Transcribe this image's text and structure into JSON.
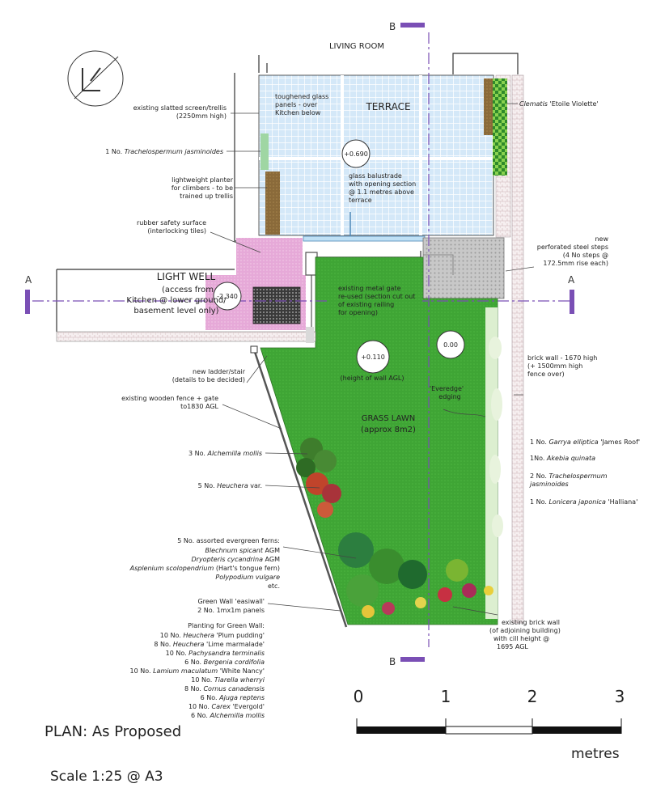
{
  "title": "PLAN: As Proposed",
  "scale": "Scale 1:25 @ A3",
  "rooms": {
    "living_room": "LIVING ROOM",
    "terrace": "TERRACE",
    "light_well": "LIGHT WELL",
    "light_well_note": [
      "(access from",
      "Kitchen @ lower ground/",
      "basement level only)"
    ],
    "grass_lawn": "GRASS LAWN",
    "grass_area": "(approx 8m2)"
  },
  "levels": {
    "terrace": "+0.690",
    "light_well": "-2.340",
    "lawn_wall": "+0.110",
    "lawn_wall_note": "(height of wall AGL)",
    "lawn": "0.00"
  },
  "section_marks": {
    "b": "B",
    "a": "A"
  },
  "notes": {
    "toughened_glass": [
      "toughened glass",
      "panels - over",
      "Kitchen below"
    ],
    "glass_balustrade": [
      "glass balustrade",
      "with opening section",
      "@ 1.1 metres above",
      "terrace"
    ],
    "metal_gate": [
      "existing metal gate",
      "re-used (section cut out",
      "of existing railing",
      "for opening)"
    ],
    "everedge": [
      "'Everedge'",
      "edging"
    ]
  },
  "left_labels": {
    "screen": [
      "existing slatted screen/trellis",
      "(2250mm high)"
    ],
    "trachelospermum": {
      "prefix": "1 No. ",
      "name": "Trachelospermum jasminoides"
    },
    "planter": [
      "lightweight planter",
      "for climbers - to be",
      "trained up trellis"
    ],
    "rubber": [
      "rubber safety surface",
      "(interlocking tiles)"
    ],
    "ladder": [
      "new ladder/stair",
      "(details to be decided)"
    ],
    "fence": [
      "existing wooden fence + gate",
      "to1830 AGL"
    ],
    "alchemilla": {
      "prefix": "3 No. ",
      "name": "Alchemilla mollis"
    },
    "heuchera": {
      "prefix": "5 No. ",
      "name": "Heuchera",
      "suffix": " var."
    },
    "ferns_title": "5 No. assorted evergreen ferns:",
    "ferns": [
      {
        "name": "Blechnum spicant",
        "suffix": " AGM"
      },
      {
        "name": "Dryopteris cycandrina",
        "suffix": " AGM"
      },
      {
        "name": "Asplenium scolopendrium",
        "suffix": " (Hart's tongue fern)"
      },
      {
        "name": "Polypodium vulgare",
        "suffix": ""
      }
    ],
    "ferns_etc": "etc.",
    "green_wall": [
      "Green Wall 'easiwall'",
      "2 No. 1mx1m panels"
    ],
    "planting_title": "Planting for Green Wall:",
    "planting": [
      {
        "prefix": "10 No. ",
        "name": "Heuchera",
        "suffix": " 'Plum pudding'"
      },
      {
        "prefix": "8 No. ",
        "name": "Heuchera",
        "suffix": " 'Lime marmalade'"
      },
      {
        "prefix": "10 No. ",
        "name": "Pachysandra terminalis",
        "suffix": ""
      },
      {
        "prefix": "6 No. ",
        "name": "Bergenia cordifolia",
        "suffix": ""
      },
      {
        "prefix": "10 No. ",
        "name": "Lamium maculatum",
        "suffix": " 'White Nancy'"
      },
      {
        "prefix": "10 No. ",
        "name": "Tiarella wherryi",
        "suffix": ""
      },
      {
        "prefix": "8 No. ",
        "name": "Cornus canadensis",
        "suffix": ""
      },
      {
        "prefix": "6 No. ",
        "name": "Ajuga reptens",
        "suffix": ""
      },
      {
        "prefix": "10 No. ",
        "name": "Carex",
        "suffix": " 'Evergold'"
      },
      {
        "prefix": "6 No. ",
        "name": "Alchemilla mollis",
        "suffix": ""
      }
    ]
  },
  "right_labels": {
    "clematis": {
      "name": "Clematis",
      "suffix": " 'Etoile Violette'"
    },
    "steps": [
      "new",
      "perforated steel steps",
      "(4 No steps @",
      "172.5mm rise each)"
    ],
    "brick_wall": [
      "brick wall - 1670 high",
      "(+ 1500mm high",
      "fence over)"
    ],
    "garrya": {
      "prefix": "1 No. ",
      "name": "Garrya elliptica",
      "suffix": " 'James Roof'"
    },
    "akebia": {
      "prefix": "1No. ",
      "name": "Akebia quinata",
      "suffix": ""
    },
    "trachelo2": {
      "prefix": "2 No. ",
      "name": "Trachelospermum",
      "line2": "jasminoides"
    },
    "lonicera": {
      "prefix": "1 No. ",
      "name": "Lonicera japonica",
      "suffix": " 'Halliana'"
    },
    "existing_brick": [
      "existing brick wall",
      "(of adjoining building)",
      "with cill height @",
      "1695 AGL"
    ]
  },
  "scale_bar": {
    "ticks": [
      "0",
      "1",
      "2",
      "3"
    ],
    "unit": "metres"
  },
  "colors": {
    "lawn": "#3fa535",
    "terrace": "#cfe6f7",
    "pink": "#e8a6d6",
    "grey": "#bdbdbd",
    "section": "#7a4fb5"
  }
}
